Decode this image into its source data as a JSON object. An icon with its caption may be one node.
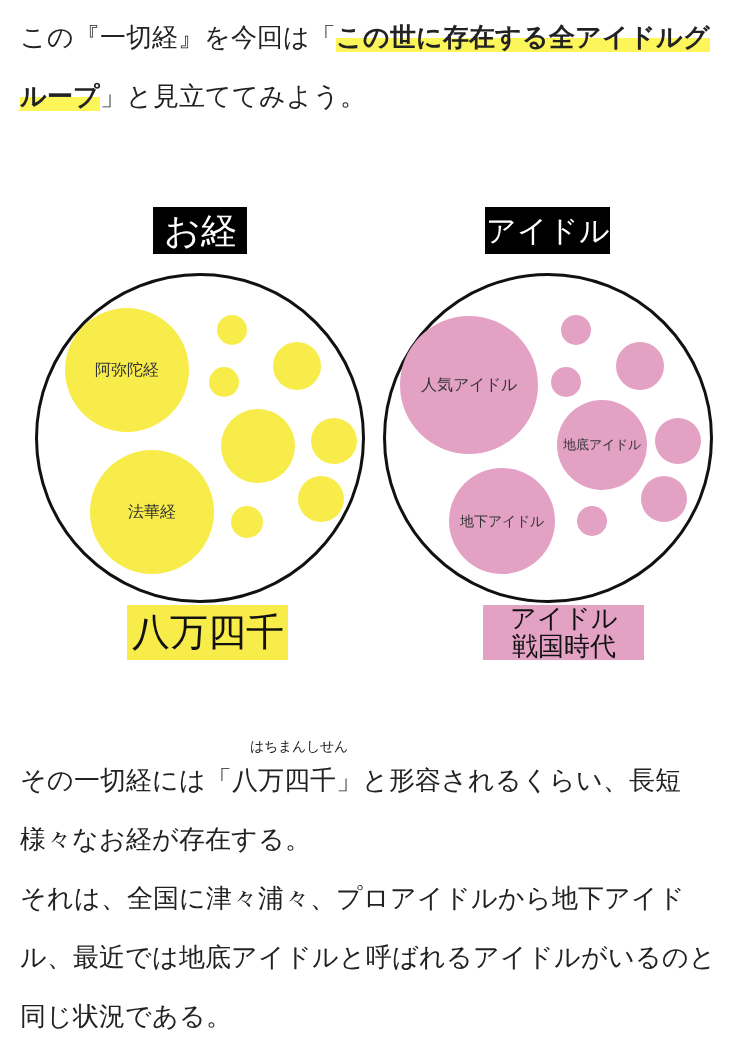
{
  "diagram": {
    "nodes": [
      {
        "text": [
          "お経"
        ]
      },
      {
        "text": [],
        "shape": "circle"
      },
      {
        "text": [
          "阿弥陀経"
        ],
        "in": 1
      },
      {
        "text": [
          "法華経"
        ],
        "in": 1
      },
      {
        "text": [],
        "shape": "circle",
        "in": 1
      },
      {
        "text": [],
        "shape": "circle",
        "in": 1
      },
      {
        "text": [],
        "shape": "circle",
        "in": 1
      },
      {
        "text": [],
        "shape": "circle",
        "in": 1
      },
      {
        "text": [],
        "shape": "circle",
        "in": 1
      },
      {
        "text": [],
        "shape": "circle",
        "in": 1
      },
      {
        "text": [],
        "shape": "circle",
        "in": 1
      },
      {
        "text": [
          "八万四千"
        ]
      },
      {
        "text": [
          "アイドル"
        ]
      },
      {
        "text": [],
        "shape": "circle"
      },
      {
        "text": [
          "人気アイドル"
        ],
        "in": 13
      },
      {
        "text": [
          "地底アイドル"
        ],
        "in": 13
      },
      {
        "text": [
          "地下アイドル"
        ],
        "in": 13
      },
      {
        "text": [],
        "shape": "circle",
        "in": 13
      },
      {
        "text": [],
        "shape": "circle",
        "in": 13
      },
      {
        "text": [],
        "shape": "circle",
        "in": 13
      },
      {
        "text": [],
        "shape": "circle",
        "in": 13
      },
      {
        "text": [],
        "shape": "circle",
        "in": 13
      },
      {
        "text": [],
        "shape": "circle",
        "in": 13
      },
      {
        "text": [
          "アイドル戦国時代"
        ]
      }
    ],
    "labels": [
      "この『一切経』を今回は「**この世に存在する全アイドルグループ**」と見立ててみよう。",
      "はちまんしせん",
      "その一切経には「八万四千」と形容されるくらい、長短様々なお経が存在する。",
      "それは、全国に津々浦々、プロアイドルから地下アイドル、最近では地底アイドルと呼ばれるアイドルがいるのと同じ状況である。"
    ]
  }
}
